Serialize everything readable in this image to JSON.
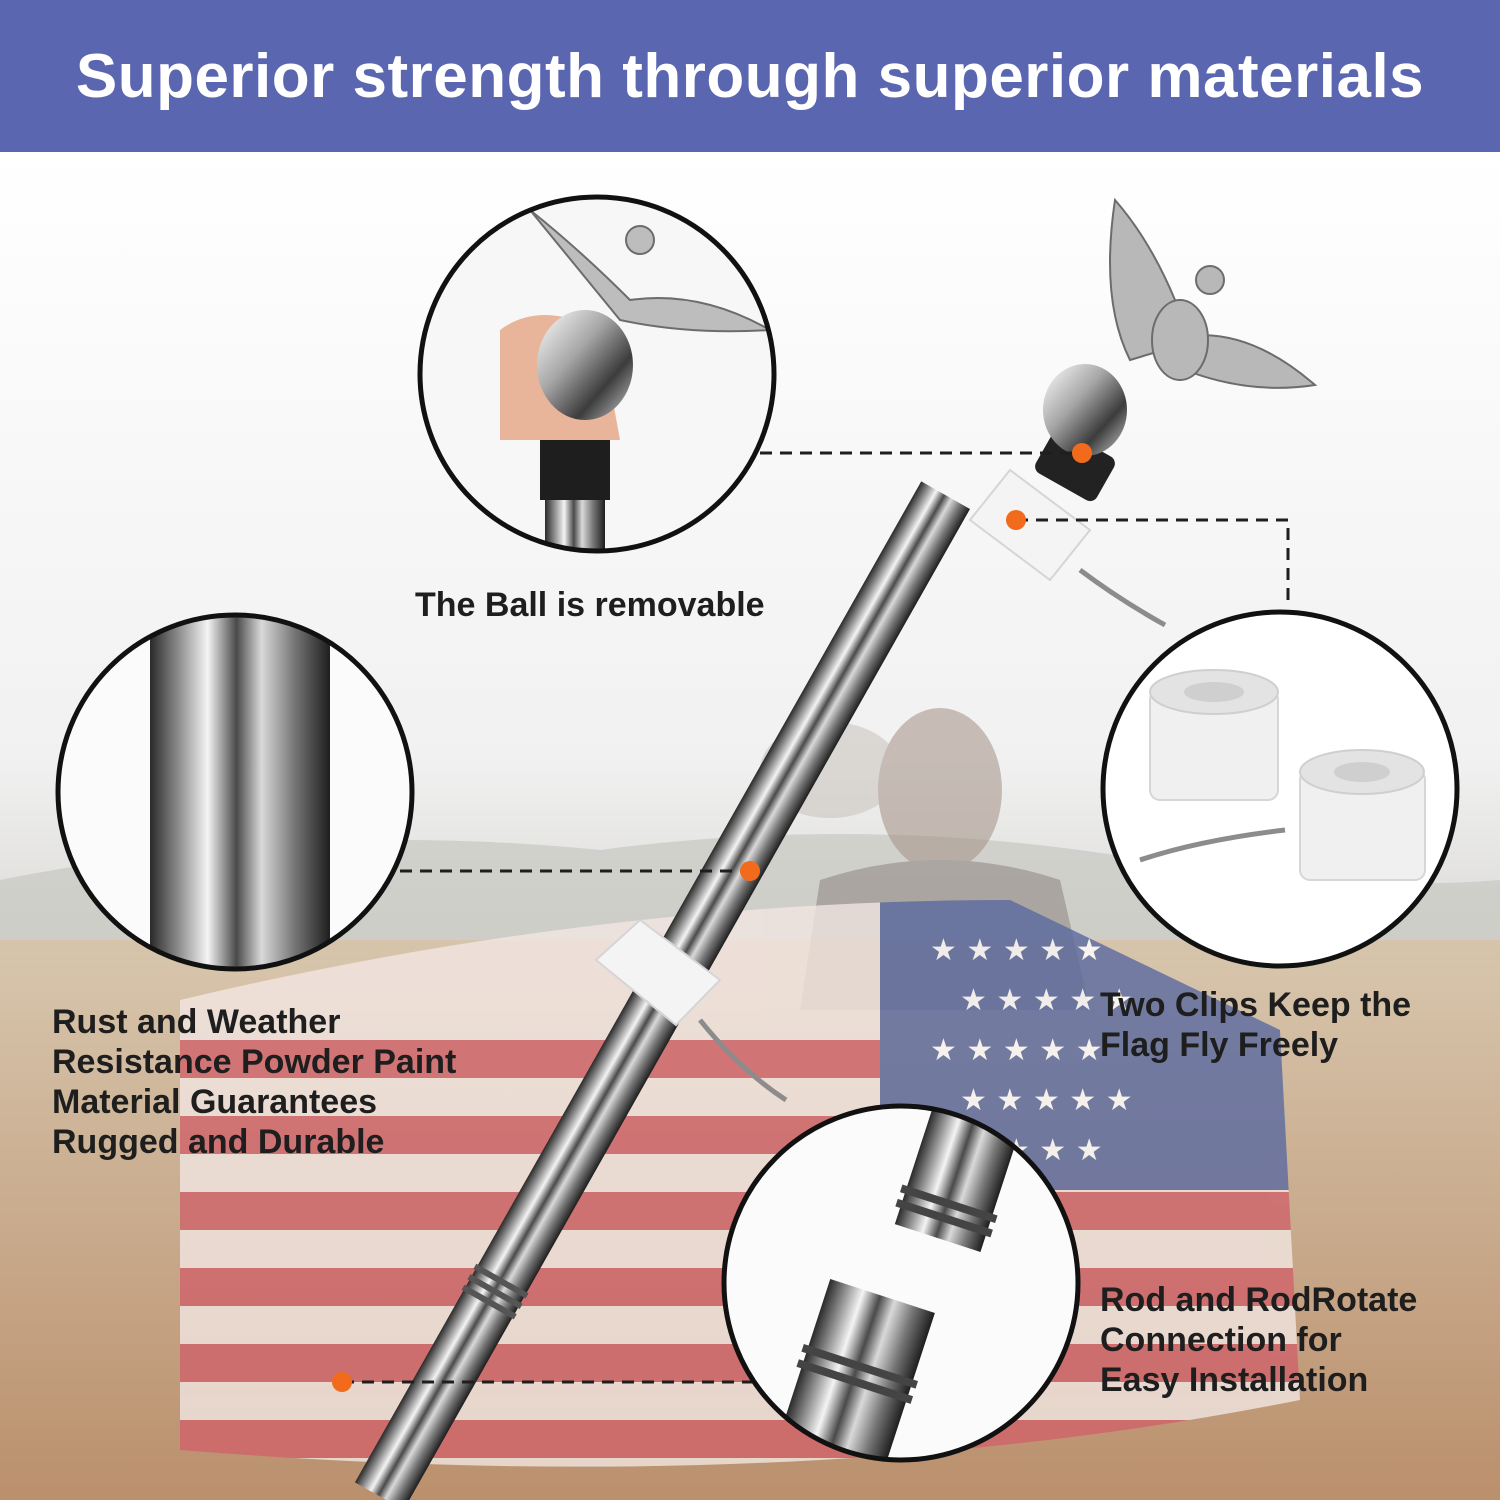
{
  "header": {
    "title": "Superior strength through superior materials"
  },
  "colors": {
    "banner": "#5b66b1",
    "marker": "#f26b1d",
    "caption_text": "#1e1e1e"
  },
  "callouts": {
    "ball": {
      "lines": [
        "The Ball is removable"
      ],
      "icon": "eagle-finial-icon"
    },
    "rust": {
      "lines": [
        "Rust and Weather",
        "Resistance Powder Paint",
        "Material Guarantees",
        "Rugged and Durable"
      ],
      "icon": "pole-closeup-icon"
    },
    "clips": {
      "lines": [
        "Two Clips Keep the",
        "Flag Fly Freely"
      ],
      "icon": "rotating-clips-icon"
    },
    "connection": {
      "lines": [
        "Rod and RodRotate",
        "Connection for",
        "Easy Installation"
      ],
      "icon": "rod-connection-icon"
    }
  }
}
